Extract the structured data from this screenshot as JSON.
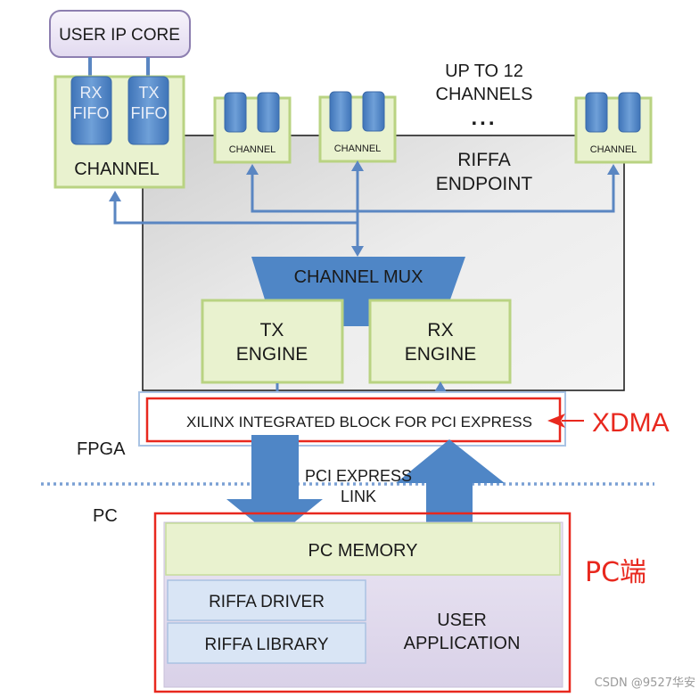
{
  "user_ip_core": "USER IP CORE",
  "left_channel": {
    "rx_fifo_line1": "RX",
    "rx_fifo_line2": "FIFO",
    "tx_fifo_line1": "TX",
    "tx_fifo_line2": "FIFO",
    "label": "CHANNEL"
  },
  "small_channel_label": "CHANNEL",
  "channels_note": {
    "line1": "UP TO 12",
    "line2": "CHANNELS",
    "ellipsis": "..."
  },
  "endpoint": {
    "line1": "RIFFA",
    "line2": "ENDPOINT"
  },
  "channel_mux": "CHANNEL MUX",
  "tx_engine": {
    "line1": "TX",
    "line2": "ENGINE"
  },
  "rx_engine": {
    "line1": "RX",
    "line2": "ENGINE"
  },
  "pci_block": "XILINX INTEGRATED BLOCK FOR PCI EXPRESS",
  "xdma_annotation": "XDMA",
  "fpga_label": "FPGA",
  "pc_label": "PC",
  "pci_link": {
    "line1": "PCI EXPRESS",
    "line2": "LINK"
  },
  "pc_memory": "PC MEMORY",
  "riffa_driver": "RIFFA DRIVER",
  "riffa_library": "RIFFA LIBRARY",
  "user_application": {
    "line1": "USER",
    "line2": "APPLICATION"
  },
  "pc_side_annotation": "PC端",
  "watermark": "CSDN @9527华安",
  "colors": {
    "green_fill": "#e9f2cf",
    "green_border": "#b9d382",
    "blue_block": "#4f86c6",
    "lavender": "#e4def0",
    "light_blue": "#d9e5f5",
    "annotation_red": "#e8281e"
  }
}
